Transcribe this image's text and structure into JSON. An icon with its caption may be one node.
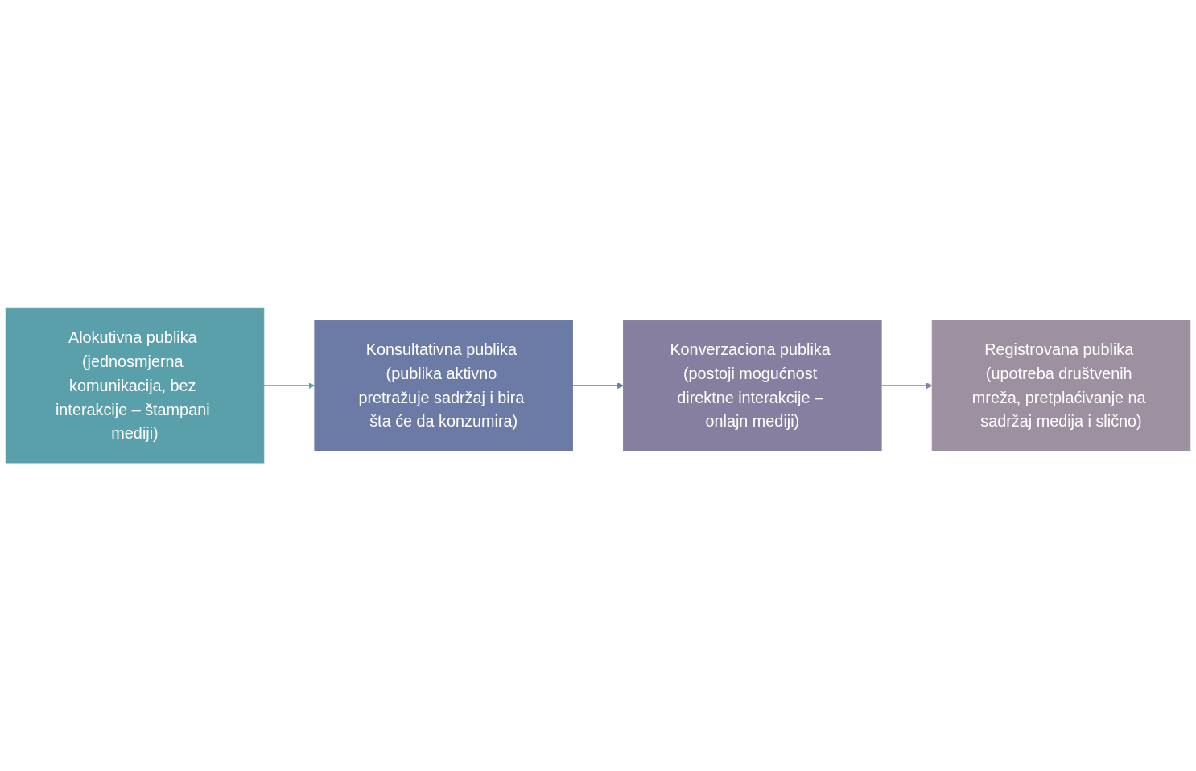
{
  "diagram": {
    "nodes": [
      {
        "text": [
          "Alokutivna publika (jednosmjerna komunikacija, bez interakcije – štampani mediji)"
        ]
      },
      {
        "text": [
          "Konsultativna publika (publika aktivno pretražuje sadržaj i bira šta će da konzumira)"
        ]
      },
      {
        "text": [
          "Konverzaciona publika (postoji mogućnost direktne interakcije – onlajn mediji)"
        ]
      },
      {
        "text": [
          "Registrovana publika (upotreba društvenih mreža, pretplaćivanje na sadržaj medija i slično)"
        ]
      }
    ],
    "edges": [
      {
        "from": 0,
        "to": 1,
        "arrow": "to",
        "color": "#5aa0ab"
      },
      {
        "from": 1,
        "to": 2,
        "arrow": "to",
        "color": "#6b7ba6"
      },
      {
        "from": 2,
        "to": 3,
        "arrow": "to",
        "color": "#877fa0"
      }
    ]
  }
}
